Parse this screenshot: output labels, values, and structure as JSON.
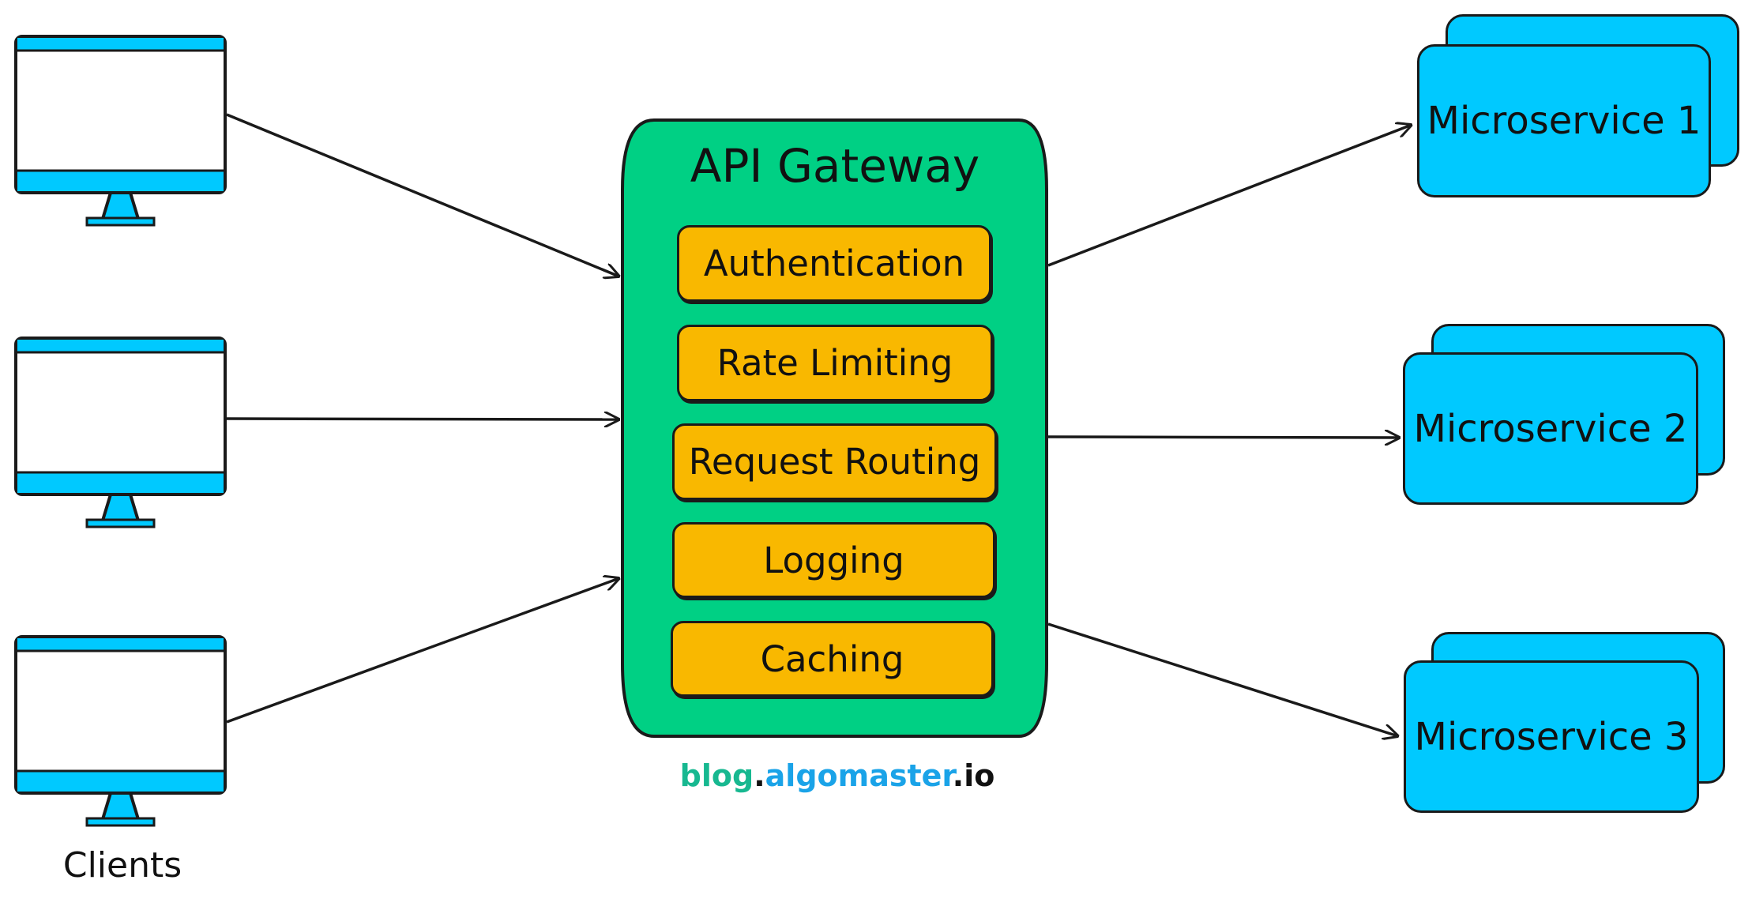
{
  "gateway": {
    "title": "API Gateway",
    "modules": [
      "Authentication",
      "Rate Limiting",
      "Request Routing",
      "Logging",
      "Caching"
    ]
  },
  "clients_label": "Clients",
  "microservices": [
    "Microservice 1",
    "Microservice 2",
    "Microservice 3"
  ],
  "brand": {
    "part1": "blog",
    "dot1": ".",
    "part2": "algomaster",
    "dot2": ".",
    "part3": "io"
  },
  "colors": {
    "gateway": "#00d084",
    "module": "#f9b800",
    "monitor": "#00c9ff",
    "microservice": "#00c9ff",
    "brand_blog": "#17b890",
    "brand_algomaster": "#1aa3e8",
    "outline": "#1a1a1a"
  }
}
